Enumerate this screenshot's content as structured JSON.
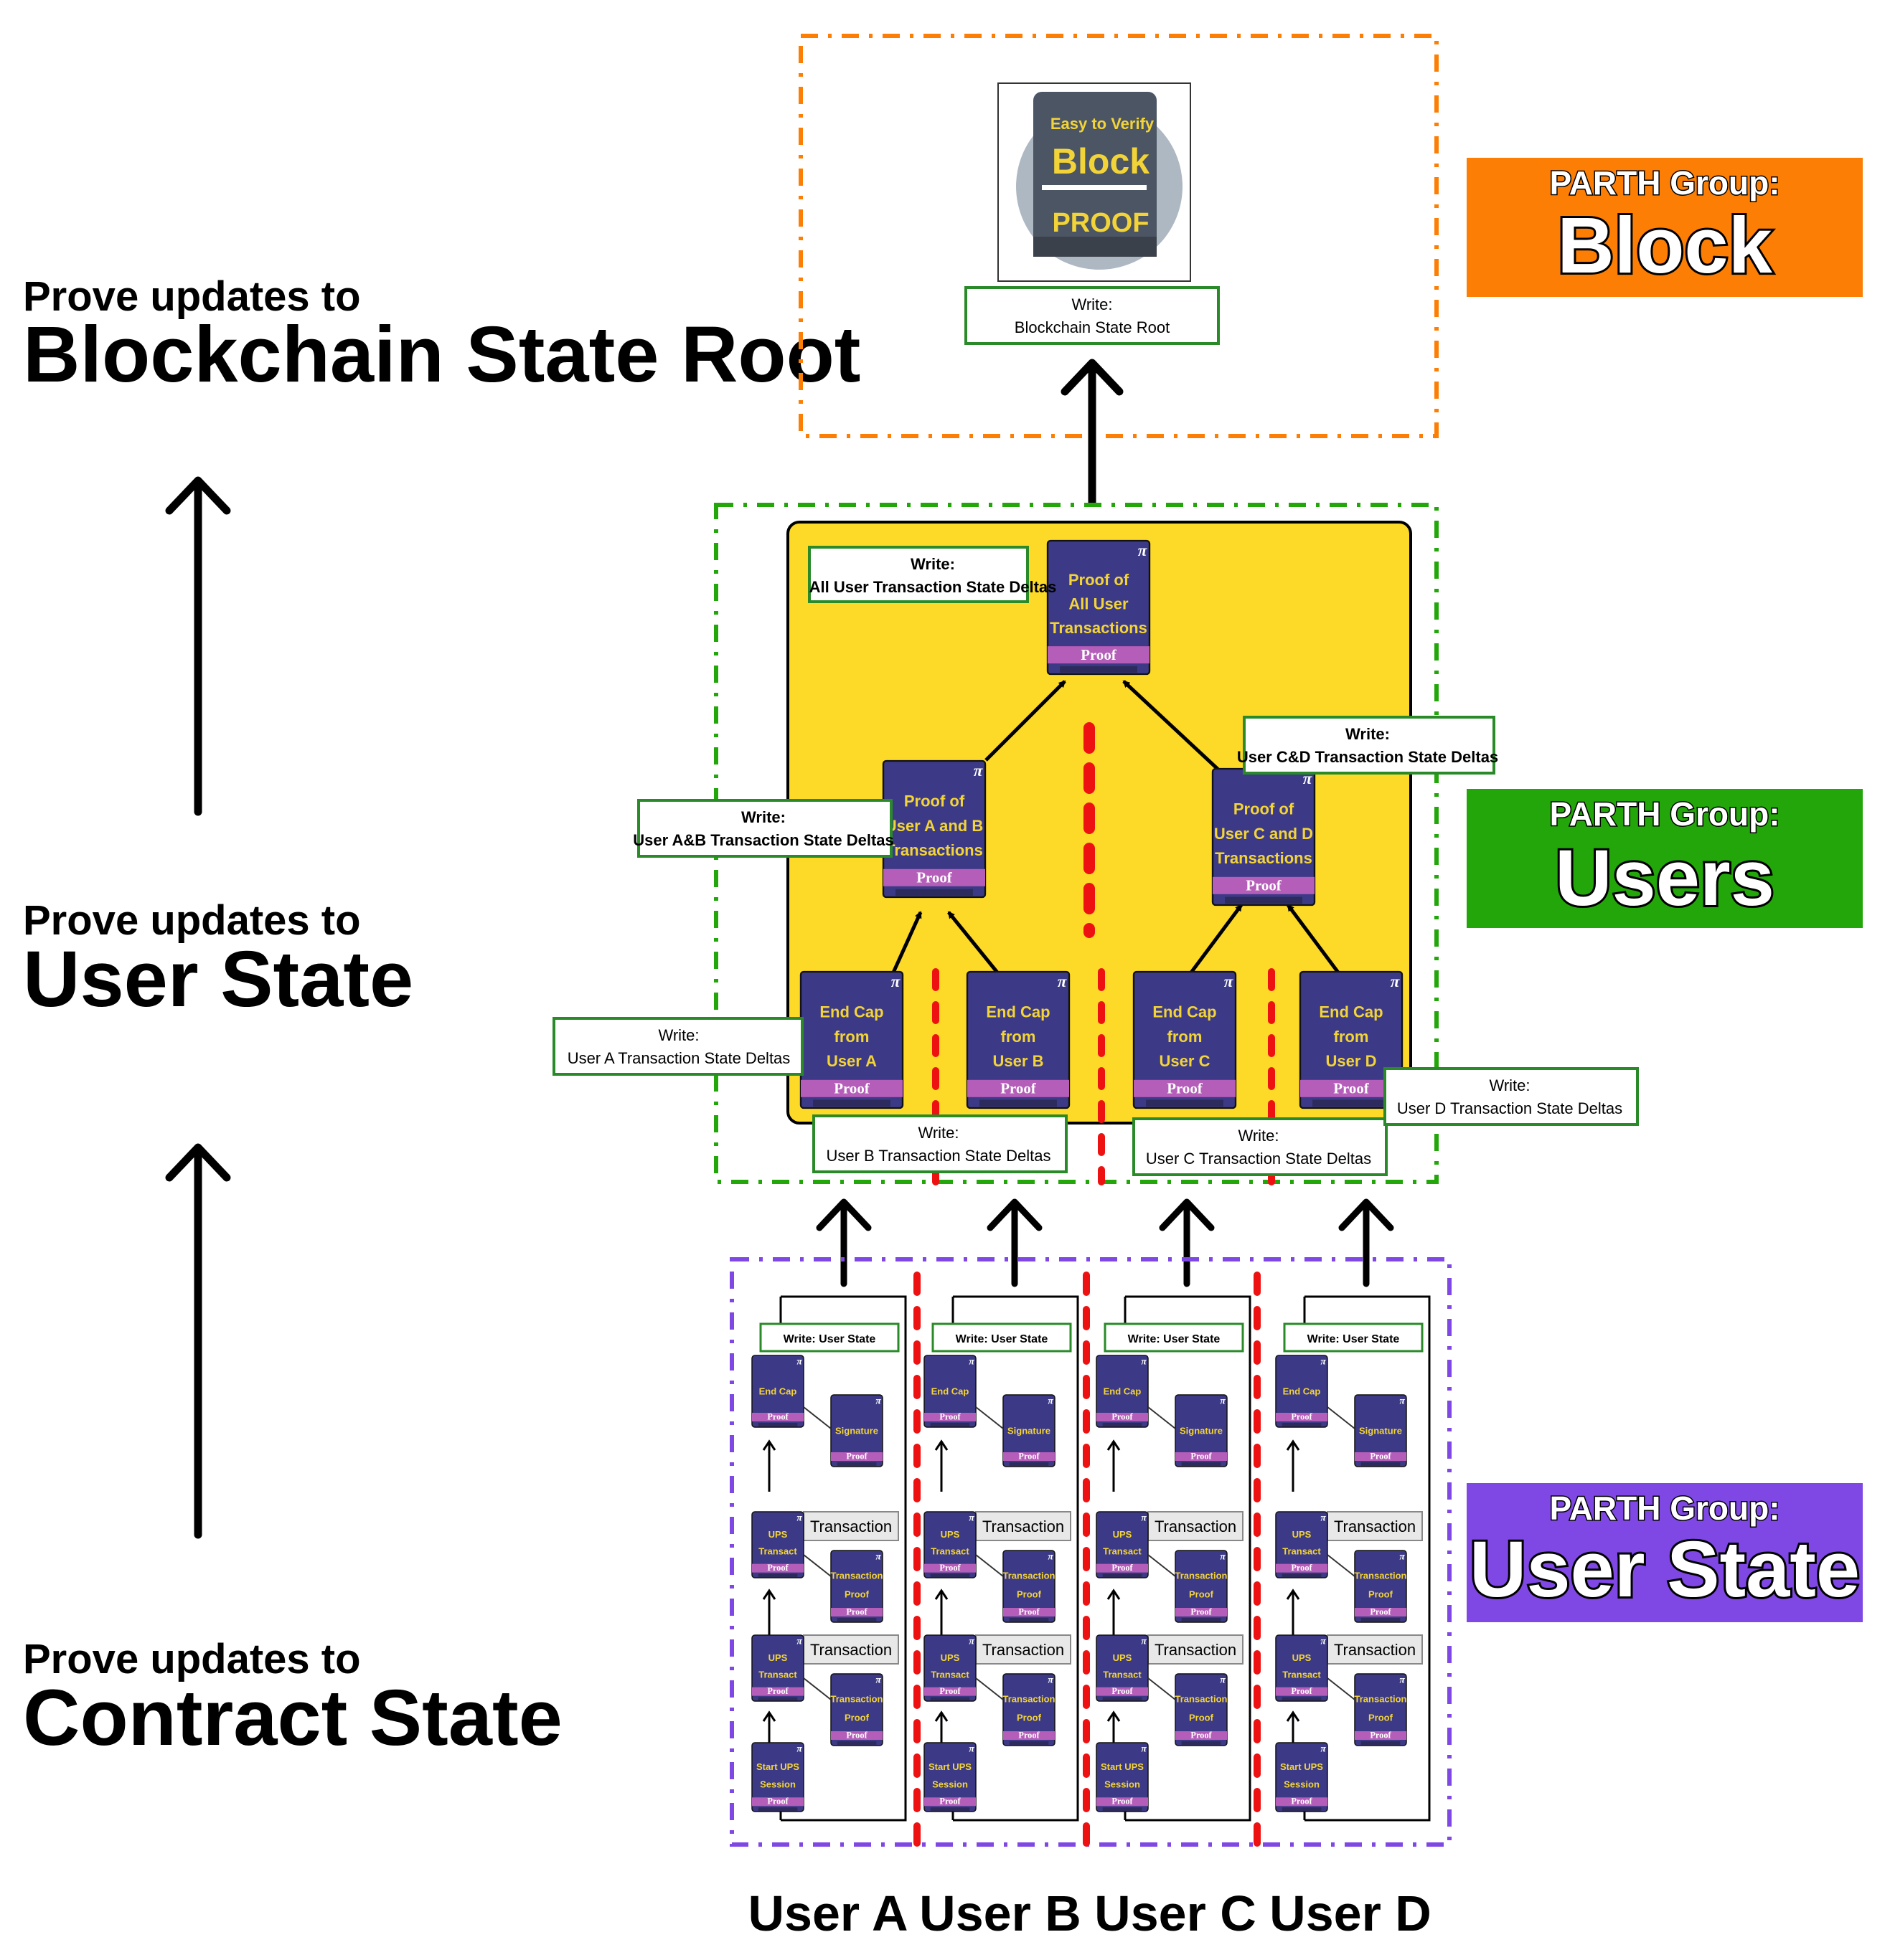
{
  "levels": {
    "block": {
      "prefix": "Prove updates to",
      "title": "Blockchain State Root"
    },
    "users": {
      "prefix": "Prove updates to",
      "title": "User State"
    },
    "contract": {
      "prefix": "Prove updates to",
      "title": "Contract State"
    }
  },
  "groups": {
    "block": {
      "prefix": "PARTH Group:",
      "name": "Block",
      "color": "#fd7e05"
    },
    "users": {
      "prefix": "PARTH Group:",
      "name": "Users",
      "color": "#22a60a"
    },
    "user_state": {
      "prefix": "PARTH Group:",
      "name": "User State",
      "color": "#7f48e4"
    }
  },
  "block_icon": {
    "line1": "Easy to Verify",
    "line2": "Block",
    "line3": "PROOF"
  },
  "writes": {
    "root": {
      "head": "Write:",
      "body": "Blockchain State Root"
    },
    "all": {
      "head": "Write:",
      "body": "All User Transaction State Deltas"
    },
    "ab": {
      "head": "Write:",
      "body": "User A&B Transaction State Deltas"
    },
    "cd": {
      "head": "Write:",
      "body": "User C&D Transaction State Deltas"
    },
    "a": {
      "head": "Write:",
      "body": "User A Transaction State Deltas"
    },
    "b": {
      "head": "Write:",
      "body": "User B Transaction State Deltas"
    },
    "c": {
      "head": "Write:",
      "body": "User C Transaction State Deltas"
    },
    "d": {
      "head": "Write:",
      "body": "User D Transaction State Deltas"
    }
  },
  "proofs": {
    "all": {
      "l1": "Proof of",
      "l2": "All User",
      "l3": "Transactions",
      "label": "Proof"
    },
    "ab": {
      "l1": "Proof of",
      "l2": "User A and B",
      "l3": "Transactions",
      "label": "Proof"
    },
    "cd": {
      "l1": "Proof of",
      "l2": "User C and D",
      "l3": "Transactions",
      "label": "Proof"
    },
    "a": {
      "l1": "End Cap",
      "l2": "from",
      "l3": "User A",
      "label": "Proof"
    },
    "b": {
      "l1": "End Cap",
      "l2": "from",
      "l3": "User B",
      "label": "Proof"
    },
    "c": {
      "l1": "End Cap",
      "l2": "from",
      "l3": "User C",
      "label": "Proof"
    },
    "d": {
      "l1": "End Cap",
      "l2": "from",
      "l3": "User D",
      "label": "Proof"
    }
  },
  "pi_symbol": "π",
  "user_state_lane": {
    "write": "Write: User State",
    "end_cap": {
      "l1": "End Cap",
      "label": "Proof"
    },
    "signature": {
      "l1": "Signature",
      "label": "Proof"
    },
    "transaction": "Transaction",
    "ups": {
      "l1": "UPS",
      "l2": "Transact",
      "label": "Proof"
    },
    "tx_proof": {
      "l1": "Transaction",
      "l2": "Proof",
      "label": "Proof"
    },
    "start": {
      "l1": "Start UPS",
      "l2": "Session",
      "label": "Proof"
    }
  },
  "users": [
    "User A",
    "User B",
    "User C",
    "User D"
  ],
  "colors": {
    "proof_body": "#3c3a86",
    "proof_band": "#b45db9",
    "proof_text": "#f3d438",
    "users_panel": "#fdd928",
    "write_border": "#2a8a2a",
    "divider": "#ee1111"
  }
}
